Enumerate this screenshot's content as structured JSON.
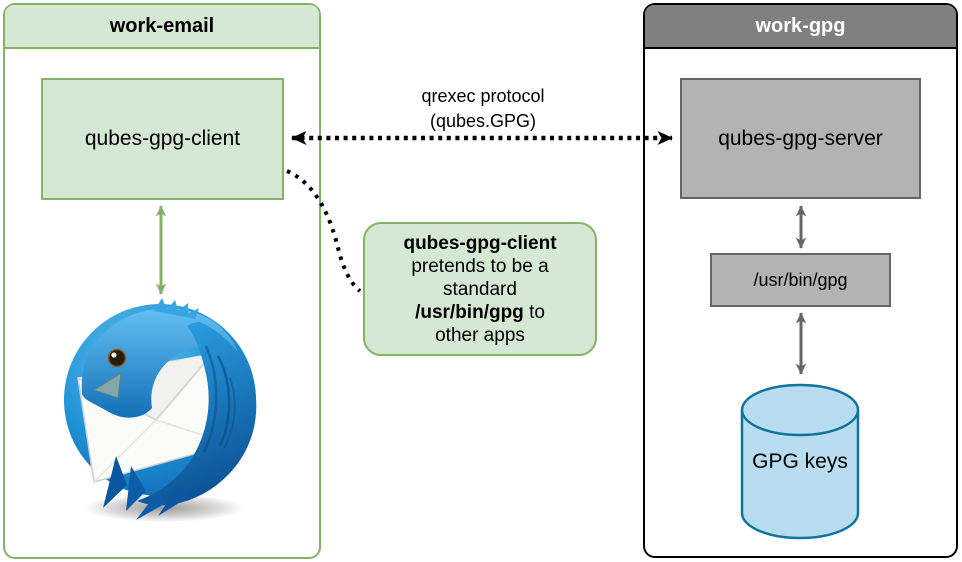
{
  "left_vm": {
    "title": "work-email",
    "client_label": "qubes-gpg-client"
  },
  "right_vm": {
    "title": "work-gpg",
    "server_label": "qubes-gpg-server",
    "gpg_label": "/usr/bin/gpg",
    "keys_label": "GPG keys"
  },
  "qrexec": {
    "line1": "qrexec protocol",
    "line2": "(qubes.GPG)"
  },
  "callout": {
    "line1": "qubes-gpg-client",
    "line2": "pretends to be a",
    "line3": "standard",
    "line4_bold": "/usr/bin/gpg",
    "line4_rest": " to",
    "line5": "other apps"
  },
  "icons": {
    "thunderbird": "thunderbird-logo",
    "gpg_keys_cylinder": "database-cylinder"
  },
  "colors": {
    "green_fill": "#d5e8d4",
    "green_border": "#82b366",
    "gray_header": "#808080",
    "gray_fill": "#b3b3b3",
    "gray_border": "#666666",
    "cylinder_fill": "#b9ddf0",
    "cylinder_border": "#10739e",
    "connector_black": "#000000",
    "arrow_gray": "#666666",
    "arrow_green": "#82b366"
  }
}
